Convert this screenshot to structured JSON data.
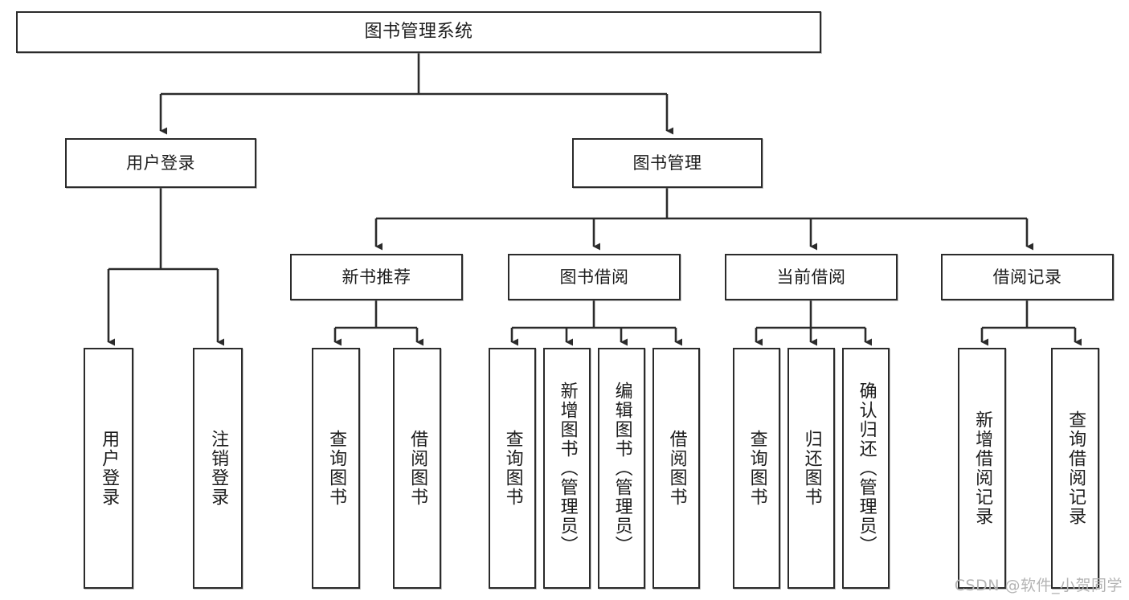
{
  "diagram": {
    "type": "tree",
    "title": "图书管理系统",
    "watermark": "CSDN @软件_小贺同学",
    "nodes": {
      "root": {
        "label": "图书管理系统"
      },
      "level2": [
        {
          "id": "user-login",
          "label": "用户登录"
        },
        {
          "id": "book-manage",
          "label": "图书管理"
        }
      ],
      "level3": [
        {
          "id": "new-book-recommend",
          "label": "新书推荐",
          "parent": "book-manage"
        },
        {
          "id": "book-borrow",
          "label": "图书借阅",
          "parent": "book-manage"
        },
        {
          "id": "current-borrow",
          "label": "当前借阅",
          "parent": "book-manage"
        },
        {
          "id": "borrow-record",
          "label": "借阅记录",
          "parent": "book-manage"
        }
      ],
      "leaves": [
        {
          "id": "leaf-user-login",
          "label": "用户登录",
          "parent": "user-login"
        },
        {
          "id": "leaf-logout",
          "label": "注销登录",
          "parent": "user-login"
        },
        {
          "id": "leaf-query-book-1",
          "label": "查询图书",
          "parent": "new-book-recommend"
        },
        {
          "id": "leaf-borrow-book-1",
          "label": "借阅图书",
          "parent": "new-book-recommend"
        },
        {
          "id": "leaf-query-book-2",
          "label": "查询图书",
          "parent": "book-borrow"
        },
        {
          "id": "leaf-add-book",
          "label": "新增图书（管理员）",
          "parent": "book-borrow"
        },
        {
          "id": "leaf-edit-book",
          "label": "编辑图书（管理员）",
          "parent": "book-borrow"
        },
        {
          "id": "leaf-borrow-book-2",
          "label": "借阅图书",
          "parent": "book-borrow"
        },
        {
          "id": "leaf-query-book-3",
          "label": "查询图书",
          "parent": "current-borrow"
        },
        {
          "id": "leaf-return-book",
          "label": "归还图书",
          "parent": "current-borrow"
        },
        {
          "id": "leaf-confirm-return",
          "label": "确认归还（管理员）",
          "parent": "current-borrow"
        },
        {
          "id": "leaf-add-record",
          "label": "新增借阅记录",
          "parent": "borrow-record"
        },
        {
          "id": "leaf-query-record",
          "label": "查询借阅记录",
          "parent": "borrow-record"
        }
      ]
    },
    "colors": {
      "stroke": "#2b2b2b",
      "fill": "#ffffff",
      "text": "#1c1c1c",
      "watermark": "#b4b4b4"
    }
  }
}
